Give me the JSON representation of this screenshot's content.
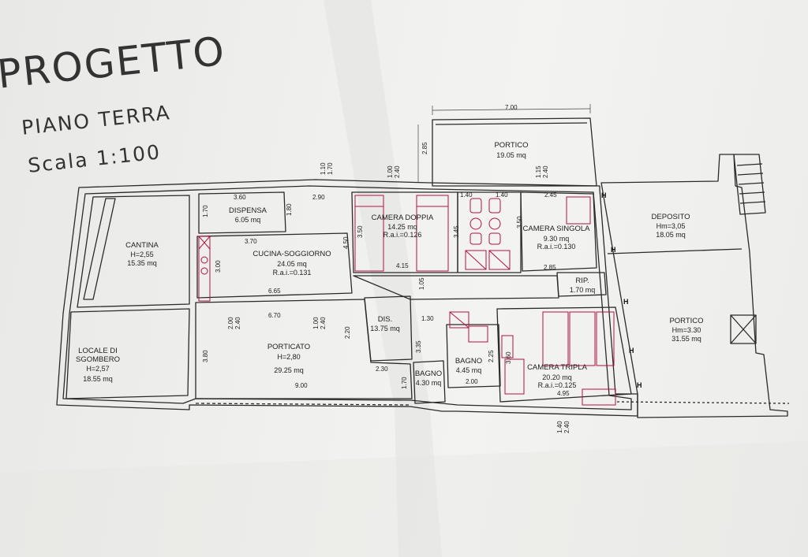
{
  "header": {
    "title": "PROGETTO",
    "floor": "PIANO TERRA",
    "scale": "Scala 1:100"
  },
  "rooms": {
    "cantina": {
      "name": "CANTINA",
      "h": "H=2,55",
      "area": "15.35 mq"
    },
    "locale": {
      "name1": "LOCALE DI",
      "name2": "SGOMBERO",
      "h": "H=2,57",
      "area": "18.55 mq"
    },
    "dispensa": {
      "name": "DISPENSA",
      "area": "6.05 mq"
    },
    "cucina": {
      "name": "CUCINA-SOGGIORNO",
      "area": "24.05 mq",
      "rai": "R.a.i.=0.131"
    },
    "porticato": {
      "name": "PORTICATO",
      "h": "H=2,80",
      "area": "29.25 mq"
    },
    "dis": {
      "name": "DIS.",
      "area": "13.75 mq"
    },
    "camera_doppia": {
      "name": "CAMERA DOPPIA",
      "area": "14.25 mq",
      "rai": "R.a.i.=0.126"
    },
    "camera_singola": {
      "name": "CAMERA SINGOLA",
      "area": "9.30 mq",
      "rai": "R.a.i.=0.130"
    },
    "rip": {
      "name": "RIP.",
      "area": "1.70 mq"
    },
    "bagno1": {
      "name": "BAGNO",
      "area": "4.30 mq"
    },
    "bagno2": {
      "name": "BAGNO",
      "area": "4.45 mq"
    },
    "camera_tripla": {
      "name": "CAMERA TRIPLA",
      "area": "20.20 mq",
      "rai": "R.a.i.=0.125"
    },
    "portico_top": {
      "name": "PORTICO",
      "area": "19.05 mq"
    },
    "deposito": {
      "name": "DEPOSITO",
      "h": "Hm=3,05",
      "area": "18.05 mq"
    },
    "portico_right": {
      "name": "PORTICO",
      "h": "Hm=3.30",
      "area": "31.55 mq"
    }
  },
  "dims": {
    "d700": "7.00",
    "d285": "2.85",
    "d110": "1.10",
    "d170": "1.70",
    "d100a": "1.00",
    "d240a": "2.40",
    "d115": "1.15",
    "d240b": "2.40",
    "d360": "3.60",
    "d290": "2.90",
    "d140a": "1.40",
    "d140b": "1.40",
    "d245": "2.45",
    "d170b": "1.70",
    "d180": "1.80",
    "d370": "3.70",
    "d450": "4.50",
    "d350a": "3.50",
    "d345": "3.45",
    "d350b": "3.50",
    "d300": "3.00",
    "d415": "4.15",
    "d285b": "2.85",
    "d665": "6.65",
    "d105": "1.05",
    "d200a": "2.00",
    "d240c": "2.40",
    "d670": "6.70",
    "d100b": "1.00",
    "d240d": "2.40",
    "d220": "2.20",
    "d130": "1.30",
    "d380": "3.80",
    "d335": "3.35",
    "d225": "2.25",
    "d360b": "3.60",
    "d230": "2.30",
    "d170c": "1.70",
    "d200b": "2.00",
    "d900": "9.00",
    "d495": "4.95",
    "d140c": "1.40",
    "d240e": "2.40"
  },
  "marks": {
    "h": "H"
  },
  "colors": {
    "wall": "#2a2a2a",
    "furniture": "#b3123f",
    "paper": "#f0f0ee"
  }
}
